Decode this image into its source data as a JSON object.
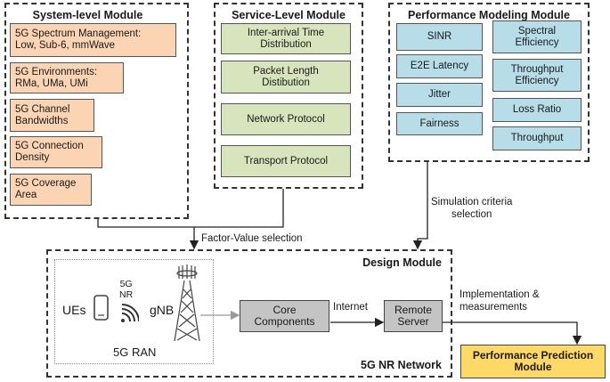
{
  "system_module": {
    "title": "System-level Module",
    "items": [
      "5G Spectrum Management:\nLow, Sub-6, mmWave",
      "5G Environments:\nRMa, UMa, UMi",
      "5G Channel\nBandwidths",
      "5G Connection\nDensity",
      "5G Coverage\nArea"
    ]
  },
  "service_module": {
    "title": "Service-Level Module",
    "items": [
      "Inter-arrival Time\nDistribution",
      "Packet Length\nDistibution",
      "Network Protocol",
      "Transport Protocol"
    ]
  },
  "performance_module": {
    "title": "Performance Modeling Module",
    "left_items": [
      "SINR",
      "E2E Latency",
      "Jitter",
      "Fairness"
    ],
    "right_items": [
      "Spectral\nEfficiency",
      "Throughput\nEfficiency",
      "Loss Ratio",
      "Throughput"
    ]
  },
  "connectors": {
    "factor_value": "Factor-Value selection",
    "simulation_criteria": "Simulation criteria\nselection",
    "internet": "Internet",
    "implementation": "Implementation &\nmeasurements"
  },
  "design_module": {
    "title": "Design Module",
    "network_label": "5G NR Network",
    "ran_label": "5G RAN",
    "ues": "UEs",
    "nr": "5G\nNR",
    "gnb": "gNB",
    "core": "Core\nComponents",
    "remote": "Remote\nServer"
  },
  "prediction_module": "Performance Prediction\nModule",
  "colors": {
    "system": "#fbd4b4",
    "service": "#d7e4bc",
    "performance": "#b7dde8",
    "components": "#c4c4c4",
    "prediction": "#ffd966"
  }
}
